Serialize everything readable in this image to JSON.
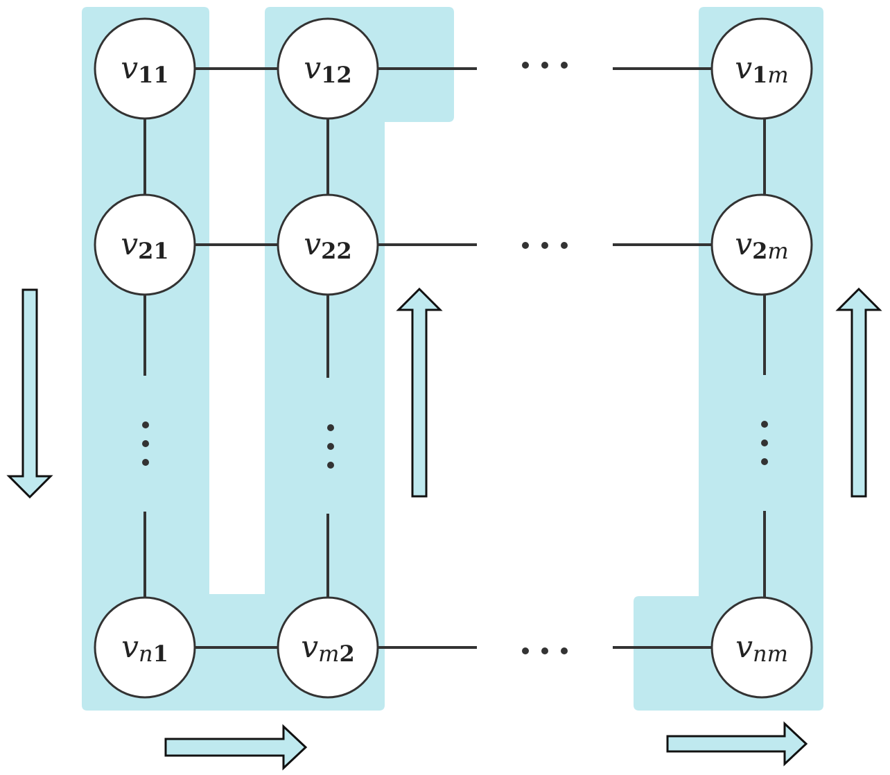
{
  "colors": {
    "region_fill": "#bfe9ef",
    "edge": "#333333",
    "node_fill": "#ffffff",
    "arrow_outline": "#111111"
  },
  "nodes": [
    {
      "id": "v11",
      "base": "v",
      "sub": [
        {
          "t": "11",
          "s": "bold"
        }
      ]
    },
    {
      "id": "v12",
      "base": "v",
      "sub": [
        {
          "t": "12",
          "s": "bold"
        }
      ]
    },
    {
      "id": "v1m",
      "base": "v",
      "sub": [
        {
          "t": "1",
          "s": "bold"
        },
        {
          "t": "m",
          "s": "italic"
        }
      ]
    },
    {
      "id": "v21",
      "base": "v",
      "sub": [
        {
          "t": "21",
          "s": "bold"
        }
      ]
    },
    {
      "id": "v22",
      "base": "v",
      "sub": [
        {
          "t": "22",
          "s": "bold"
        }
      ]
    },
    {
      "id": "v2m",
      "base": "v",
      "sub": [
        {
          "t": "2",
          "s": "bold"
        },
        {
          "t": "m",
          "s": "italic"
        }
      ]
    },
    {
      "id": "vn1",
      "base": "v",
      "sub": [
        {
          "t": "n",
          "s": "italic"
        },
        {
          "t": "1",
          "s": "bold"
        }
      ]
    },
    {
      "id": "vm2",
      "base": "v",
      "sub": [
        {
          "t": "m",
          "s": "italic"
        },
        {
          "t": "2",
          "s": "bold"
        }
      ]
    },
    {
      "id": "vnm",
      "base": "v",
      "sub": [
        {
          "t": "nm",
          "s": "italic"
        }
      ]
    }
  ],
  "edges": [
    [
      "v11",
      "v12"
    ],
    [
      "v21",
      "v22"
    ],
    [
      "vn1",
      "vm2"
    ],
    [
      "v11",
      "v21"
    ],
    [
      "v12",
      "v22"
    ],
    [
      "v1m",
      "v2m"
    ],
    [
      "v12",
      "row1-ellipsis"
    ],
    [
      "row1-ellipsis",
      "v1m"
    ],
    [
      "v22",
      "row2-ellipsis"
    ],
    [
      "row2-ellipsis",
      "v2m"
    ],
    [
      "vm2",
      "rown-ellipsis"
    ],
    [
      "rown-ellipsis",
      "vnm"
    ],
    [
      "v21",
      "col1-ellipsis"
    ],
    [
      "col1-ellipsis",
      "vn1"
    ],
    [
      "v22",
      "col2-ellipsis"
    ],
    [
      "col2-ellipsis",
      "vm2"
    ],
    [
      "v2m",
      "colm-ellipsis"
    ],
    [
      "colm-ellipsis",
      "vnm"
    ]
  ],
  "ellipses": [
    {
      "id": "row1-ellipsis",
      "dir": "horizontal"
    },
    {
      "id": "row2-ellipsis",
      "dir": "horizontal"
    },
    {
      "id": "rown-ellipsis",
      "dir": "horizontal"
    },
    {
      "id": "col1-ellipsis",
      "dir": "vertical"
    },
    {
      "id": "col2-ellipsis",
      "dir": "vertical"
    },
    {
      "id": "colm-ellipsis",
      "dir": "vertical"
    }
  ],
  "arrows": [
    {
      "id": "arrow-down-left",
      "dir": "down"
    },
    {
      "id": "arrow-right-bottom-left",
      "dir": "right"
    },
    {
      "id": "arrow-up-middle",
      "dir": "up"
    },
    {
      "id": "arrow-up-right",
      "dir": "up"
    },
    {
      "id": "arrow-right-bottom-right",
      "dir": "right"
    }
  ]
}
